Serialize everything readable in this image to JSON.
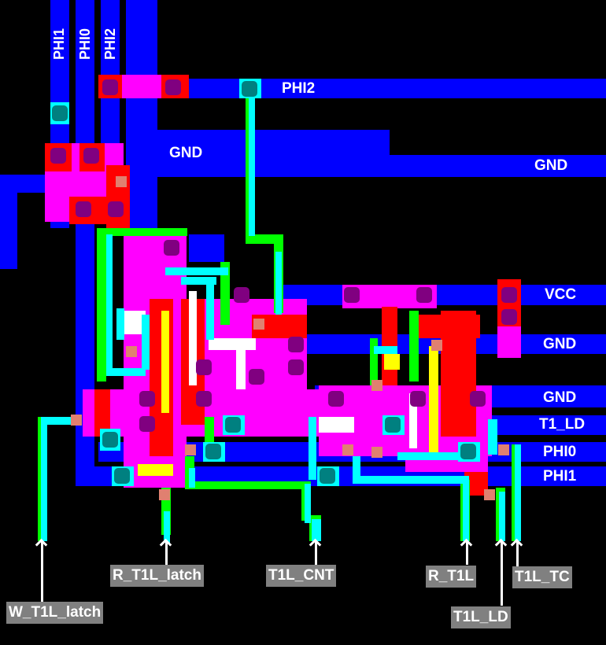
{
  "top_labels": {
    "phi1": "PHI1",
    "phi0": "PHI0",
    "phi2": "PHI2"
  },
  "rail_labels": {
    "phi2": "PHI2",
    "gnd_upper_left": "GND",
    "gnd_upper_right": "GND",
    "vcc": "VCC",
    "gnd_mid": "GND",
    "gnd_lower": "GND",
    "t1_ld": "T1_LD",
    "phi0": "PHI0",
    "phi1": "PHI1"
  },
  "pins": {
    "w_t1l_latch": "W_T1L_latch",
    "r_t1l_latch": "R_T1L_latch",
    "t1l_cnt": "T1L_CNT",
    "r_t1l": "R_T1L",
    "t1l_ld": "T1L_LD",
    "t1l_tc": "T1L_TC"
  },
  "colors": {
    "metal": "#0000ff",
    "diffusion": "#ff00ff",
    "poly": "#ff0000",
    "via": "#00ffff",
    "green": "#00ff00",
    "contact": "#800080",
    "via_dot": "#008080",
    "label_bg": "#808080"
  }
}
